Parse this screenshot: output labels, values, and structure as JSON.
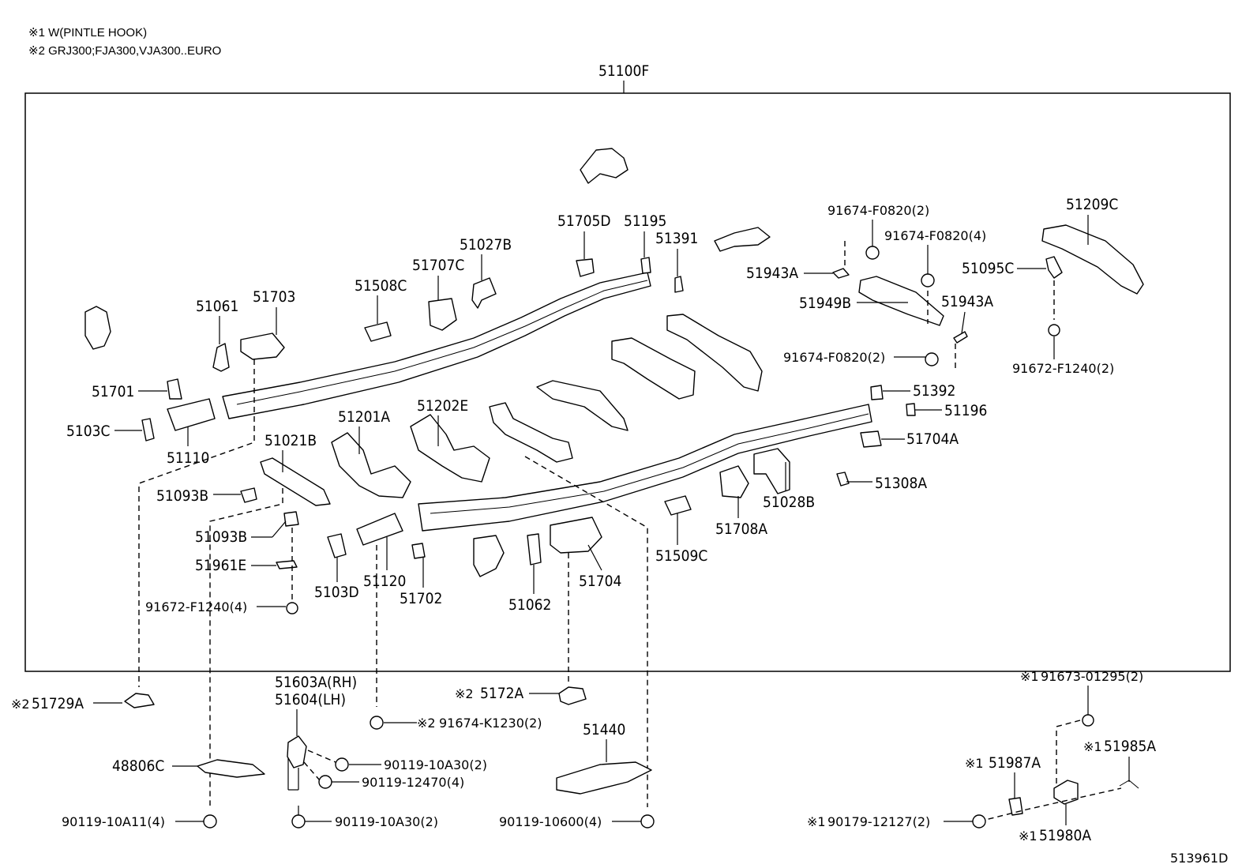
{
  "notes": [
    "※1 W(PINTLE HOOK)",
    "※2 GRJ300;FJA300,VJA300..EURO"
  ],
  "assembly_label": "51100F",
  "figure_id": "513961D",
  "callouts": {
    "c51209C": "51209C",
    "c51705D": "51705D",
    "c51195": "51195",
    "c51391": "51391",
    "c51027B": "51027B",
    "c51707C": "51707C",
    "c51508C": "51508C",
    "c51061": "51061",
    "c51703": "51703",
    "c51701": "51701",
    "c5103C": "5103C",
    "c51110": "51110",
    "c51021B": "51021B",
    "c51201A": "51201A",
    "c51202E": "51202E",
    "c51093B_1": "51093B",
    "c51093B_2": "51093B",
    "c51961E": "51961E",
    "c91672F1240_4": "91672-F1240(4)",
    "c5103D": "5103D",
    "c51120": "51120",
    "c51702": "51702",
    "c51062": "51062",
    "c51704": "51704",
    "c51509C": "51509C",
    "c51708A": "51708A",
    "c51028B": "51028B",
    "c51308A": "51308A",
    "c51704A": "51704A",
    "c51196": "51196",
    "c51392": "51392",
    "c91674F0820_2a": "91674-F0820(2)",
    "c91674F0820_4": "91674-F0820(4)",
    "c91674F0820_2b": "91674-F0820(2)",
    "c51943A_1": "51943A",
    "c51943A_2": "51943A",
    "c51949B": "51949B",
    "c51095C": "51095C",
    "c91672F1240_2": "91672-F1240(2)",
    "c51729A": "51729A",
    "c51603A": "51603A(RH)",
    "c51604": "51604(LH)",
    "c5172A": "5172A",
    "c91674K1230": "91674-K1230(2)",
    "c51440": "51440",
    "c48806C": "48806C",
    "c90119_10A30_a": "90119-10A30(2)",
    "c90119_12470": "90119-12470(4)",
    "c90119_10A30_b": "90119-10A30(2)",
    "c90119_10A11": "90119-10A11(4)",
    "c90119_10600": "90119-10600(4)",
    "c91673": "91673-01295(2)",
    "c51985A": "51985A",
    "c51987A": "51987A",
    "c90179": "90179-12127(2)",
    "c51980A": "51980A"
  },
  "marks": {
    "m1": "※1",
    "m2": "※2"
  }
}
